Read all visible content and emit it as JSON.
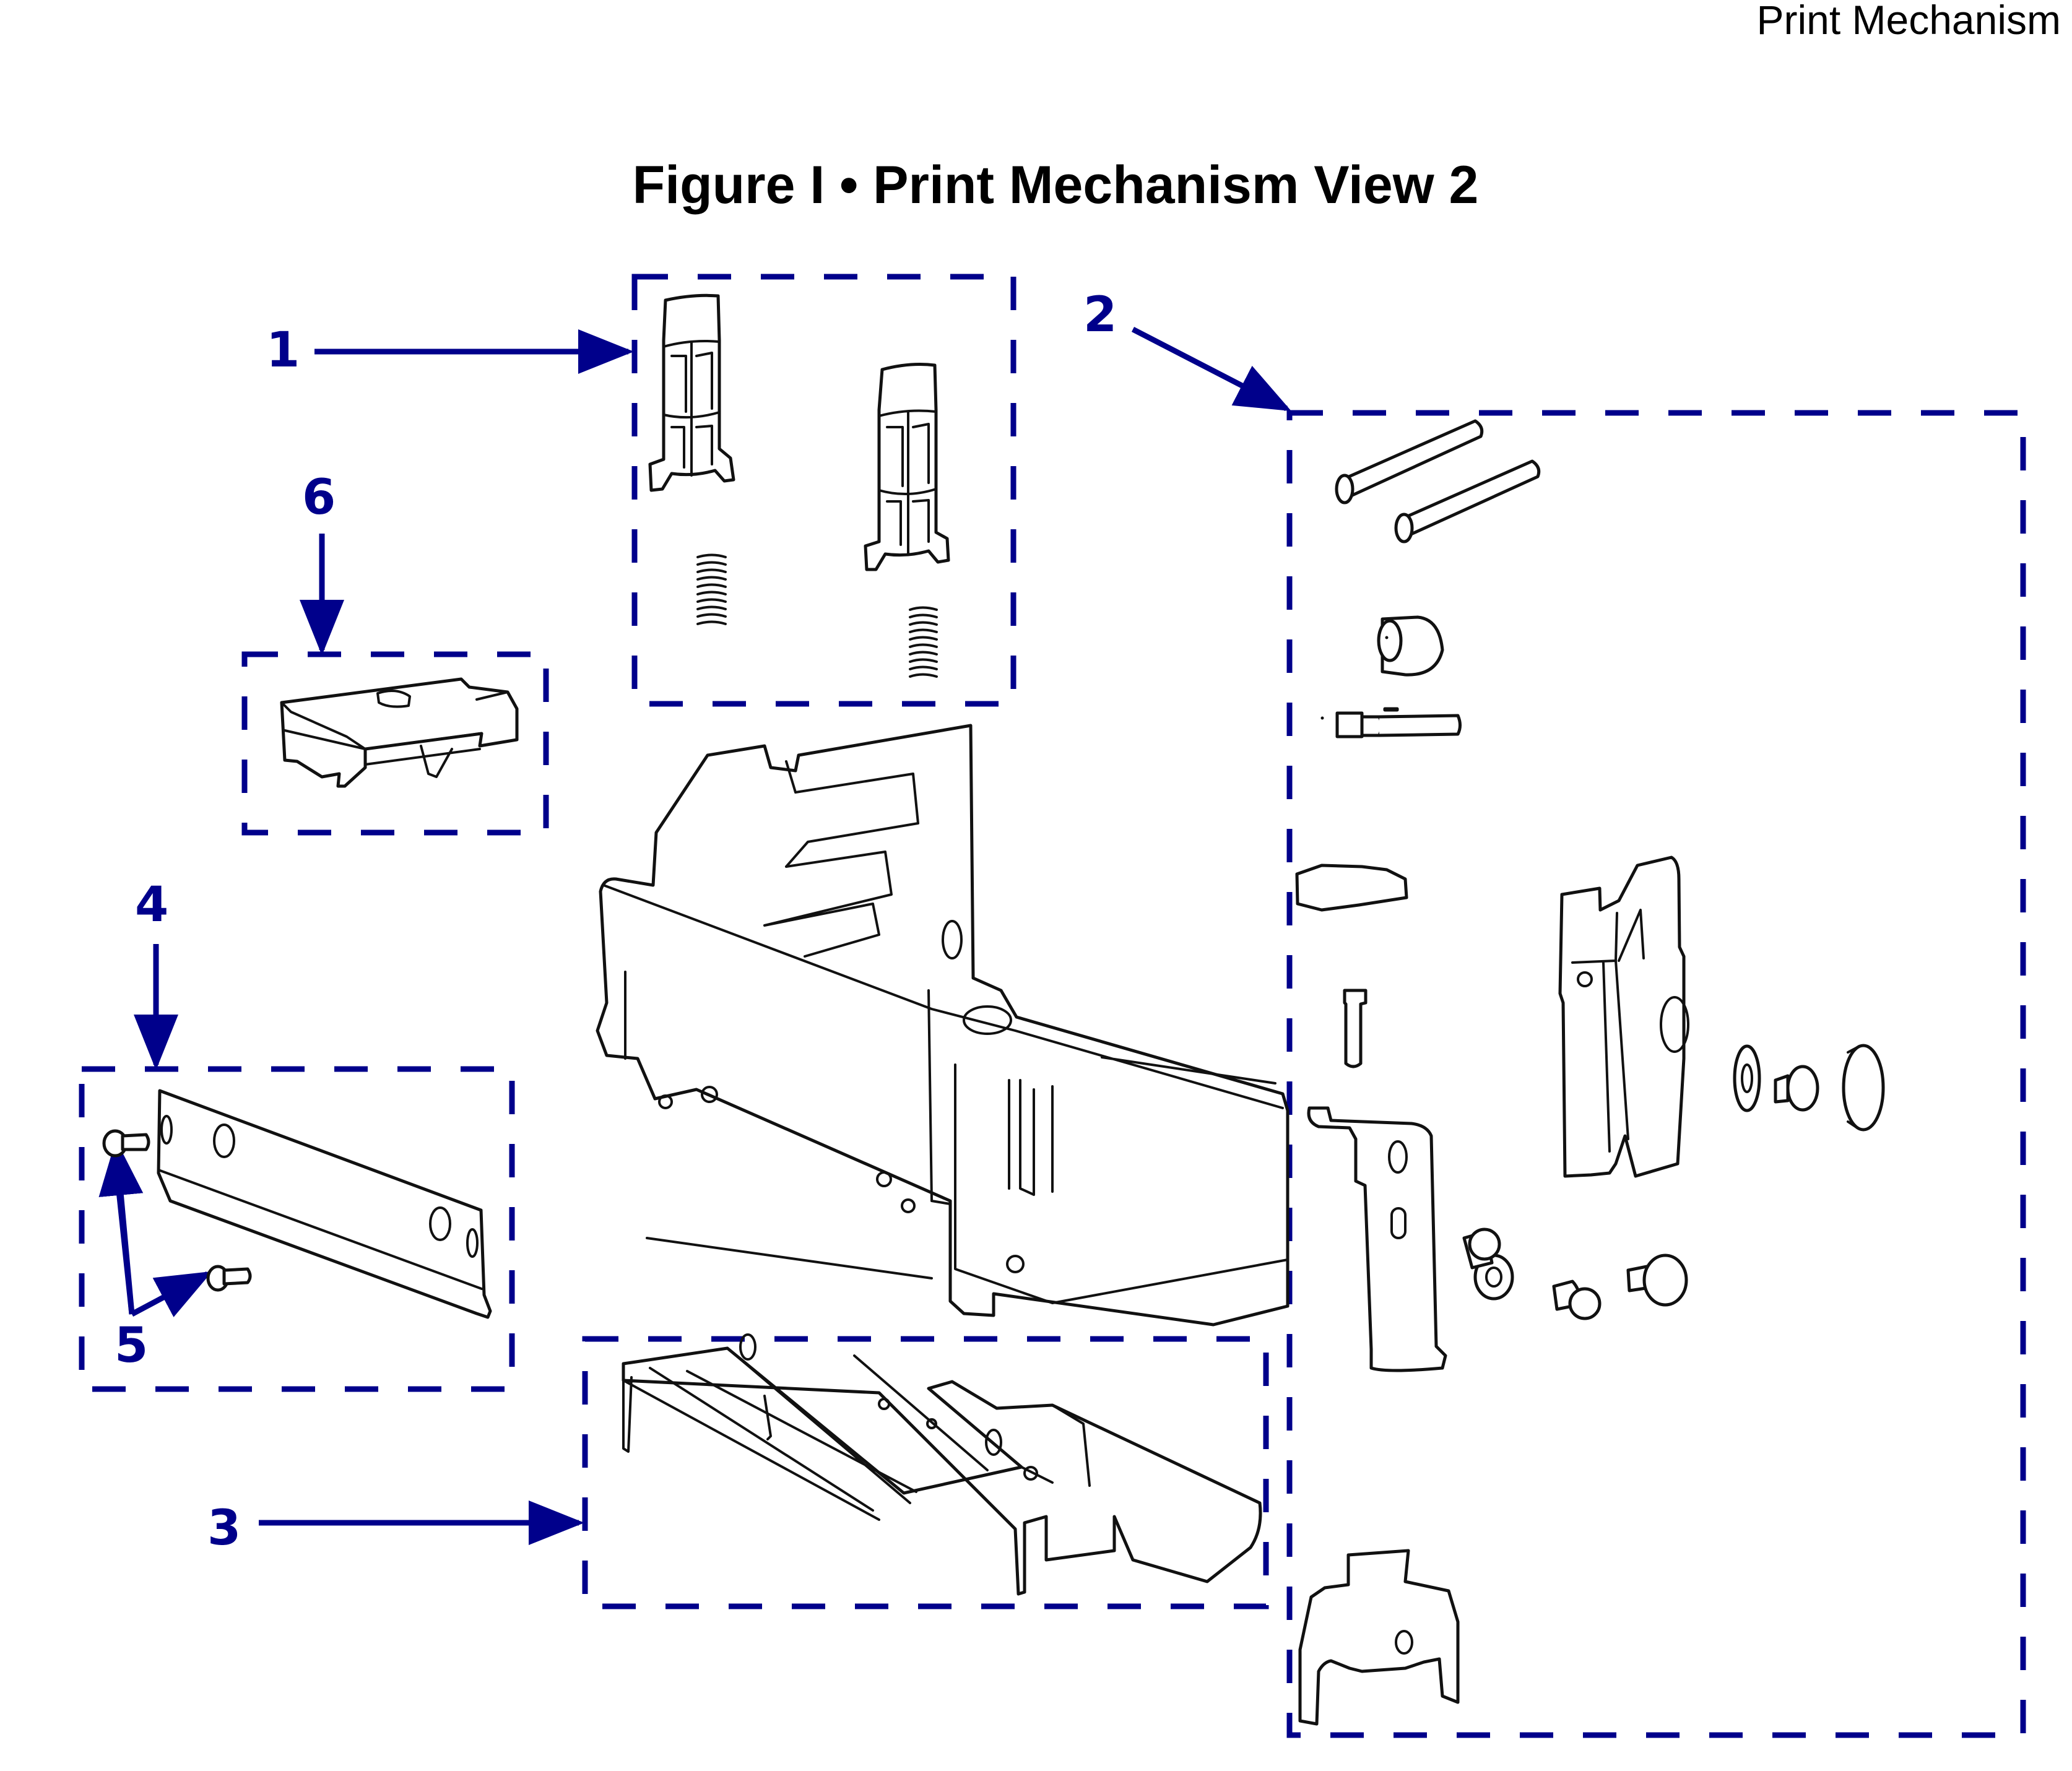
{
  "header": {
    "section_title": "Print Mechanism"
  },
  "figure": {
    "title": "Figure I • Print Mechanism View 2",
    "callout_color": "#00008B",
    "callouts": [
      {
        "id": "1",
        "label": "1",
        "target": "box-1"
      },
      {
        "id": "2",
        "label": "2",
        "target": "box-2"
      },
      {
        "id": "3",
        "label": "3",
        "target": "box-3"
      },
      {
        "id": "4",
        "label": "4",
        "target": "box-4"
      },
      {
        "id": "5",
        "label": "5",
        "target": "screws"
      },
      {
        "id": "6",
        "label": "6",
        "target": "box-6"
      }
    ]
  }
}
